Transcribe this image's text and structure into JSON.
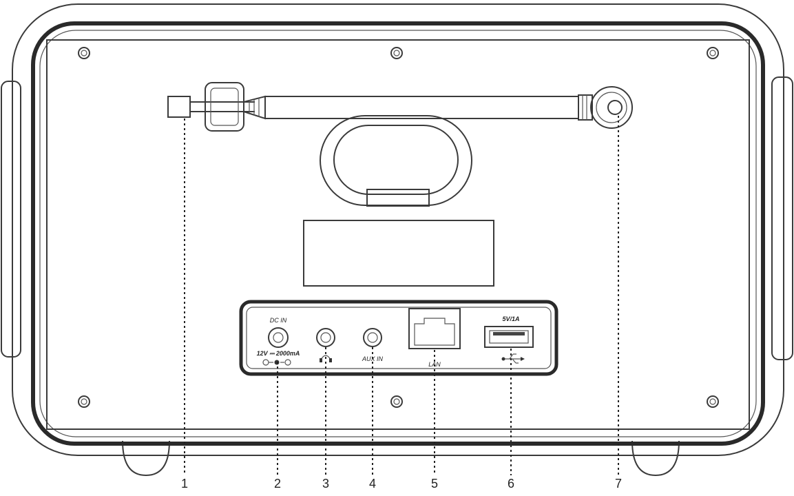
{
  "ports": {
    "dc_title": "DC IN",
    "dc_rating": "12V ⎓ 2000mA",
    "aux_label": "AUX IN",
    "lan_label": "LAN",
    "usb_rating": "5V/1A"
  },
  "callouts": [
    "1",
    "2",
    "3",
    "4",
    "5",
    "6",
    "7"
  ],
  "icons": {
    "headphone": "headphone-icon",
    "usb": "usb-icon",
    "polarity": "polarity-icon"
  }
}
